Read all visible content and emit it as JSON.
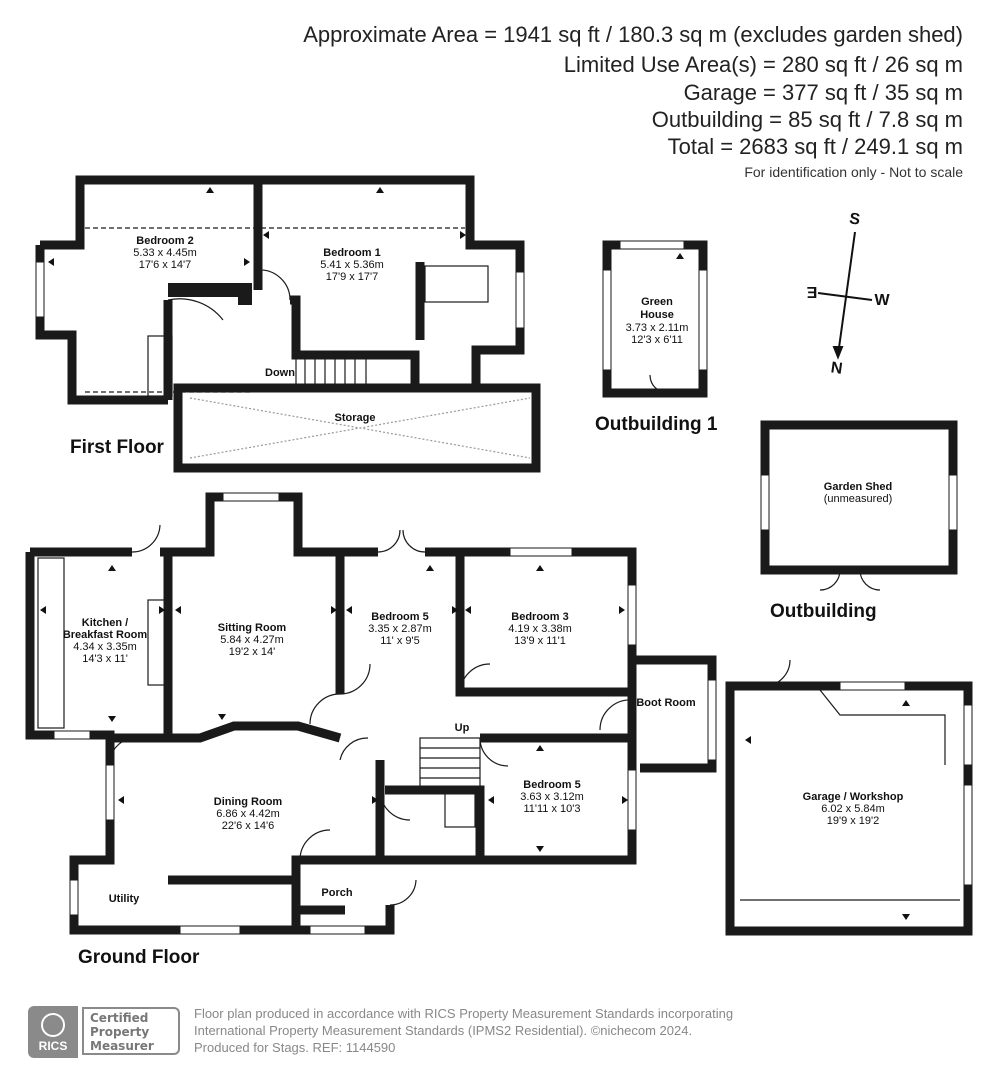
{
  "header": {
    "lines": [
      "Approximate Area = 1941 sq ft / 180.3 sq m (excludes garden shed)",
      "Limited Use Area(s) = 280 sq ft / 26 sq m",
      "Garage = 377 sq ft / 35 sq m",
      "Outbuilding = 85 sq ft / 7.8 sq m",
      "Total = 2683 sq ft / 249.1 sq m"
    ],
    "note": "For identification only - Not to scale"
  },
  "compass": {
    "s": "S",
    "e": "E",
    "w": "W",
    "n": "N"
  },
  "floors": {
    "first": "First Floor",
    "ground": "Ground Floor",
    "outbuilding1": "Outbuilding 1",
    "outbuilding": "Outbuilding"
  },
  "rooms": {
    "bedroom2": {
      "name": "Bedroom 2",
      "metric": "5.33 x 4.45m",
      "imperial": "17'6 x 14'7"
    },
    "bedroom1": {
      "name": "Bedroom 1",
      "metric": "5.41 x 5.36m",
      "imperial": "17'9 x 17'7"
    },
    "storage": {
      "name": "Storage"
    },
    "down": "Down",
    "up": "Up",
    "greenhouse": {
      "name1": "Green",
      "name2": "House",
      "metric": "3.73 x 2.11m",
      "imperial": "12'3 x 6'11"
    },
    "shed": {
      "name": "Garden Shed",
      "note": "(unmeasured)"
    },
    "kitchen": {
      "name1": "Kitchen /",
      "name2": "Breakfast Room",
      "metric": "4.34 x 3.35m",
      "imperial": "14'3 x 11'"
    },
    "sitting": {
      "name": "Sitting Room",
      "metric": "5.84 x 4.27m",
      "imperial": "19'2 x 14'"
    },
    "bedroom5a": {
      "name": "Bedroom 5",
      "metric": "3.35 x 2.87m",
      "imperial": "11' x 9'5"
    },
    "bedroom3": {
      "name": "Bedroom 3",
      "metric": "4.19 x 3.38m",
      "imperial": "13'9 x 11'1"
    },
    "bootroom": {
      "name": "Boot Room"
    },
    "garage": {
      "name": "Garage / Workshop",
      "metric": "6.02 x 5.84m",
      "imperial": "19'9 x 19'2"
    },
    "dining": {
      "name": "Dining Room",
      "metric": "6.86 x 4.42m",
      "imperial": "22'6 x 14'6"
    },
    "bedroom5b": {
      "name": "Bedroom 5",
      "metric": "3.63 x 3.12m",
      "imperial": "11'11 x 10'3"
    },
    "utility": {
      "name": "Utility"
    },
    "porch": {
      "name": "Porch"
    }
  },
  "footer": {
    "badge_line1": "Certified",
    "badge_line2": "Property",
    "badge_line3": "Measurer",
    "rics": "RICS",
    "line1": "Floor plan produced in accordance with RICS Property Measurement Standards incorporating",
    "line2": "International Property Measurement Standards (IPMS2 Residential).  ©nichecom 2024.",
    "line3": "Produced for Stags.   REF:  1144590"
  },
  "colors": {
    "wall": "#1a1a1a",
    "accent_gray": "#8a8a8a"
  }
}
